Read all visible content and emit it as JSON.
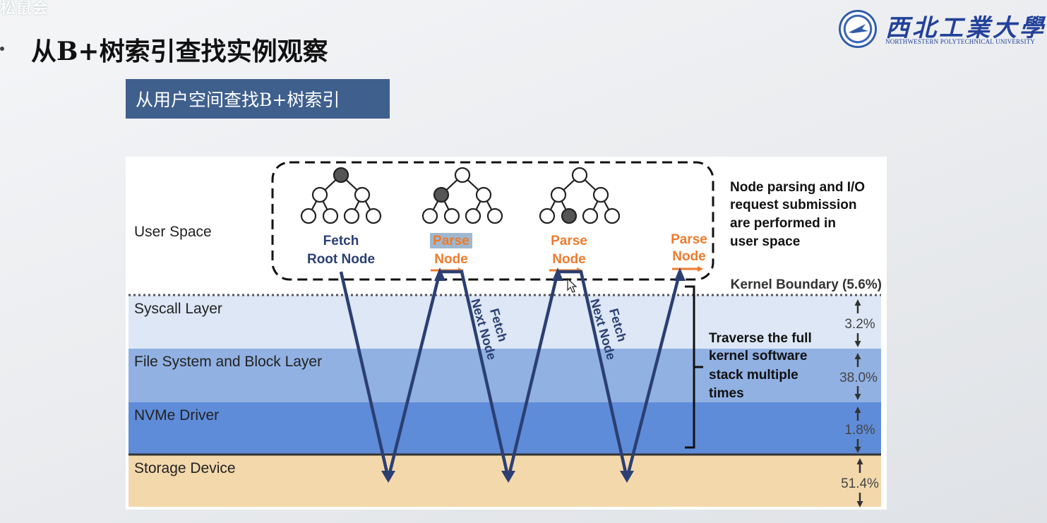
{
  "overlay": {
    "watermark": "松鼠会"
  },
  "slide": {
    "title": "从B+树索引查找实例观察",
    "subtitle": "从用户空间查找B+树索引"
  },
  "logo": {
    "chinese_name": "西北工業大學",
    "english_name": "NORTHWESTERN POLYTECHNICAL UNIVERSITY"
  },
  "diagram": {
    "layers": [
      {
        "label": "User Space",
        "color": "#ffffff"
      },
      {
        "label": "Syscall Layer",
        "color": "#dde7f5"
      },
      {
        "label": "File System and Block Layer",
        "color": "#91b1e3"
      },
      {
        "label": "NVMe Driver",
        "color": "#5f8cd9"
      },
      {
        "label": "Storage Device",
        "color": "#f3d8ac"
      }
    ],
    "steps": [
      {
        "line1": "Fetch",
        "line2": "Root Node",
        "color": "#2b3f73"
      },
      {
        "line1": "Parse",
        "line2": "Node",
        "color": "#ee7b2e"
      },
      {
        "line1": "Parse",
        "line2": "Node",
        "color": "#ee7b2e"
      },
      {
        "line1": "Parse",
        "line2": "Node",
        "color": "#ee7b2e"
      }
    ],
    "fetch_labels": [
      {
        "line1": "Fetch",
        "line2": "Next Node"
      },
      {
        "line1": "Fetch",
        "line2": "Next Node"
      }
    ],
    "user_space_note": [
      "Node parsing and I/O",
      "request submission",
      "are performed in",
      "user space"
    ],
    "kernel_boundary": "Kernel Boundary (5.6%)",
    "kernel_note": [
      "Traverse the full",
      "kernel software",
      "stack multiple",
      "times"
    ],
    "percentages": [
      "3.2%",
      "38.0%",
      "1.8%",
      "51.4%"
    ],
    "colors": {
      "arrow": "#2b3f73",
      "highlight": "#ee7b2e",
      "filled_node": "#555555"
    }
  }
}
